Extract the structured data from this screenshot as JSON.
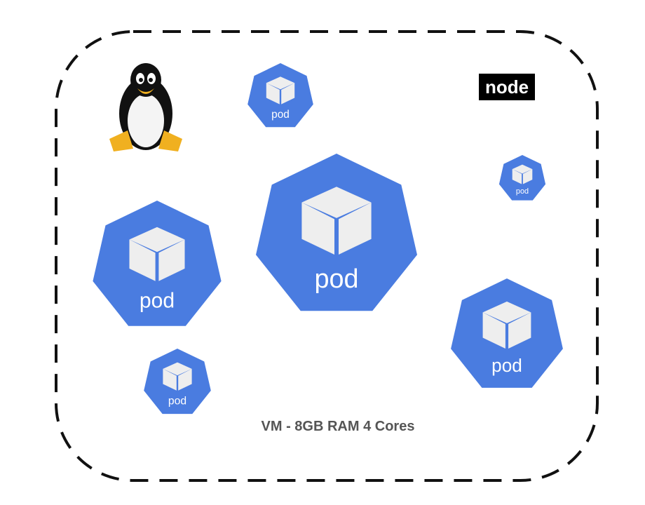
{
  "node_badge": "node",
  "vm_caption": "VM - 8GB RAM 4 Cores",
  "pods": [
    {
      "label": "pod"
    },
    {
      "label": "pod"
    },
    {
      "label": "pod"
    },
    {
      "label": "pod"
    },
    {
      "label": "pod"
    },
    {
      "label": "pod"
    }
  ],
  "icons": {
    "os": "linux-penguin-icon",
    "pod": "cube-icon"
  },
  "colors": {
    "pod": "#4a7ce0",
    "cube": "#eeeeee",
    "border": "#111111",
    "badge_bg": "#000000",
    "caption": "#555555"
  }
}
